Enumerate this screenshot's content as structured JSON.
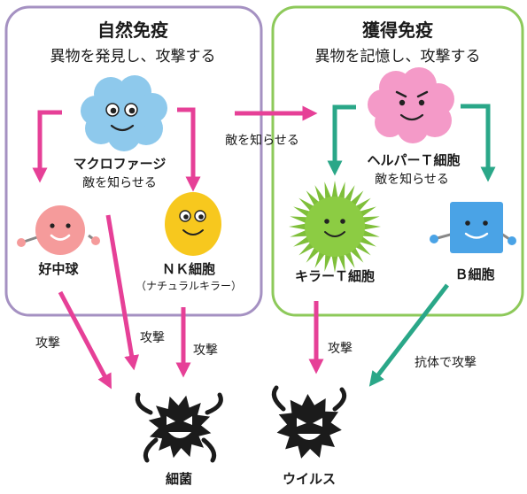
{
  "innate": {
    "title": "自然免疫",
    "subtitle": "異物を発見し、攻撃する",
    "border_color": "#a591c2",
    "cells": {
      "macrophage": {
        "label": "マクロファージ",
        "sublabel": "敵を知らせる",
        "icon": "blue-cloud-face-icon",
        "color": "#8ec9ec"
      },
      "neutrophil": {
        "label": "好中球",
        "icon": "pink-circle-face-icon",
        "color": "#f59b9b"
      },
      "nk": {
        "label": "ＮＫ細胞",
        "sublabel": "（ナチュラルキラー）",
        "icon": "yellow-oval-face-icon",
        "color": "#f7c81e"
      }
    }
  },
  "adaptive": {
    "title": "獲得免疫",
    "subtitle": "異物を記憶し、攻撃する",
    "border_color": "#8dc95a",
    "cells": {
      "helper_t": {
        "label": "ヘルパーＴ細胞",
        "sublabel": "敵を知らせる",
        "icon": "pink-cloud-face-icon",
        "color": "#f49ac8"
      },
      "killer_t": {
        "label": "キラーＴ細胞",
        "icon": "green-spiky-face-icon",
        "color": "#7fbf3a"
      },
      "b_cell": {
        "label": "Ｂ細胞",
        "icon": "blue-square-face-icon",
        "color": "#4aa3e6"
      }
    }
  },
  "arrows": {
    "notify": "敵を知らせる",
    "attack": "攻撃",
    "antibody_attack": "抗体で攻撃",
    "pink": "#e64097",
    "teal": "#2aa788"
  },
  "targets": {
    "bacteria": {
      "label": "細菌",
      "icon": "black-germ-icon"
    },
    "virus": {
      "label": "ウイルス",
      "icon": "black-virus-icon"
    }
  }
}
